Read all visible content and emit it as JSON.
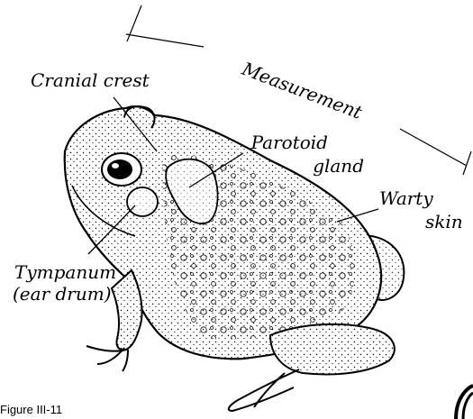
{
  "labels": {
    "cranial_crest": "Cranial crest",
    "parotoid_line1": "Parotoid",
    "parotoid_line2": "gland",
    "warty_line1": "Warty",
    "warty_line2": "skin",
    "tympanum_line1": "Tympanum",
    "tympanum_line2": "(ear drum)",
    "measurement": "Measurement"
  },
  "caption": "Figure III-11"
}
